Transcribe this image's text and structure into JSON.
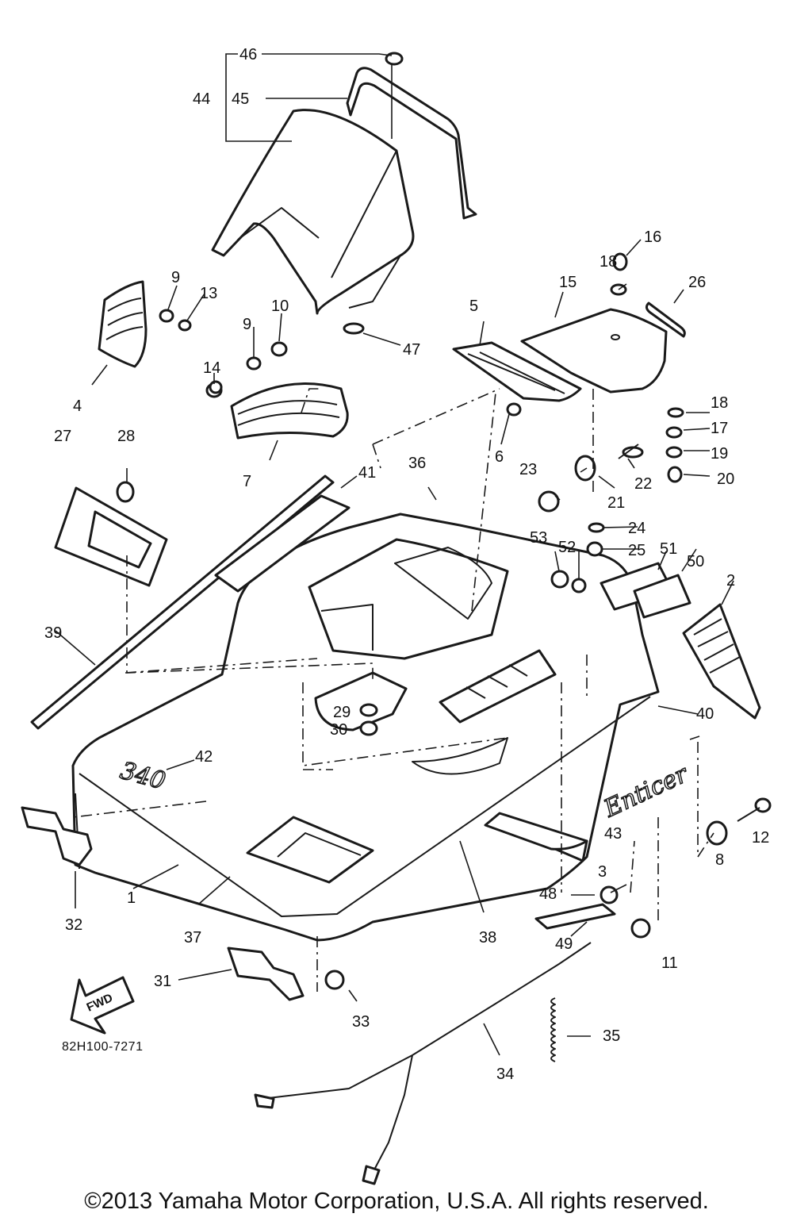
{
  "diagram": {
    "reference_code": "82H100-7271",
    "copyright": "©2013 Yamaha Motor Corporation, U.S.A. All rights reserved.",
    "hood_number": "340",
    "hood_logo": "Enticer",
    "fwd_label": "FWD",
    "callouts": [
      "46",
      "44",
      "45",
      "16",
      "18",
      "26",
      "15",
      "5",
      "9",
      "13",
      "10",
      "9",
      "14",
      "47",
      "4",
      "7",
      "6",
      "18",
      "17",
      "19",
      "20",
      "27",
      "28",
      "36",
      "41",
      "23",
      "22",
      "21",
      "24",
      "25",
      "53",
      "52",
      "51",
      "50",
      "2",
      "39",
      "29",
      "30",
      "40",
      "42",
      "8",
      "12",
      "43",
      "3",
      "48",
      "32",
      "1",
      "37",
      "38",
      "49",
      "11",
      "31",
      "33",
      "35",
      "34"
    ]
  }
}
